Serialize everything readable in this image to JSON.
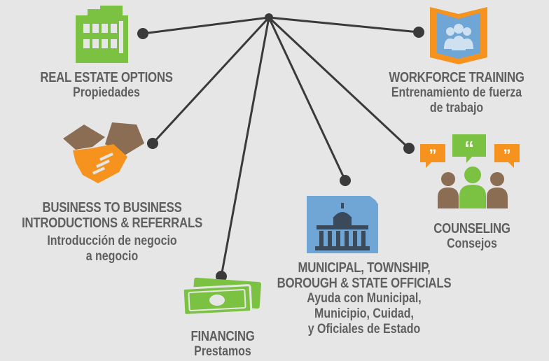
{
  "nodes": {
    "real_estate": {
      "title": "REAL ESTATE OPTIONS",
      "subtitle": "Propiedades"
    },
    "workforce": {
      "title": "WORKFORCE TRAINING",
      "subtitle_1": "Entrenamiento de fuerza",
      "subtitle_2": "de trabajo"
    },
    "business": {
      "title_1": "BUSINESS TO BUSINESS",
      "title_2": "INTRODUCTIONS & REFERRALS",
      "subtitle_1": "Introducción de negocio",
      "subtitle_2": "a negocio"
    },
    "financing": {
      "title": "FINANCING",
      "subtitle": "Prestamos"
    },
    "municipal": {
      "title_1": "MUNICIPAL, TOWNSHIP,",
      "title_2": "BOROUGH & STATE OFFICIALS",
      "subtitle_1": "Ayuda con Municipal,",
      "subtitle_2": "Municipio, Cuidad,",
      "subtitle_3": "y Oficiales de Estado"
    },
    "counseling": {
      "title": "COUNSELING",
      "subtitle": "Consejos"
    }
  },
  "colors": {
    "background": "#e6e6e6",
    "text": "#5f5f5f",
    "line": "#3a3a3a",
    "green": "#7cc242",
    "orange": "#f6921e",
    "brown": "#8a6d52",
    "blue": "#6fa6d6",
    "dark_slate": "#3b4a5a"
  },
  "icons": [
    "building-icon",
    "book-people-icon",
    "handshake-icon",
    "money-icon",
    "capitol-icon",
    "counseling-people-icon"
  ]
}
